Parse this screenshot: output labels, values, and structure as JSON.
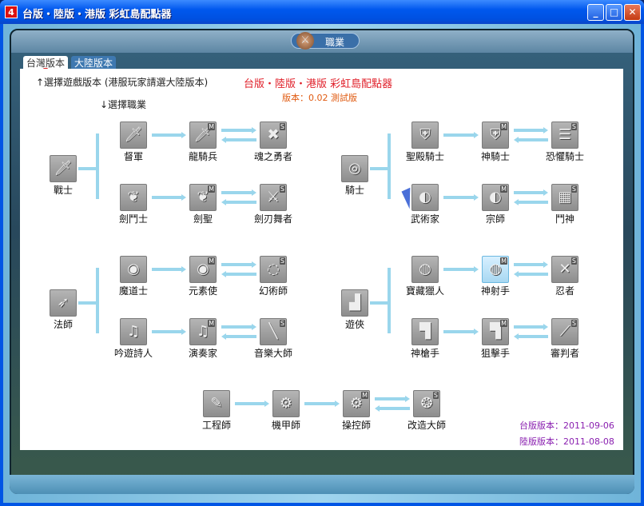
{
  "window": {
    "title": "台版・陸版・港版 彩虹島配點器",
    "minimize": "_",
    "maximize": "□",
    "close": "✕"
  },
  "header": {
    "title": "職業"
  },
  "tabs": [
    {
      "label": "台灣版本",
      "active": true
    },
    {
      "label": "大陸版本",
      "active": false
    }
  ],
  "content": {
    "hint_version": "↑選擇遊戲版本 (港服玩家請選大陸版本)",
    "hint_job": "↓選擇職業",
    "app_title": "台版・陸版・港版 彩虹島配點器",
    "version": "版本：0.02 測試版",
    "tw_version": "台版版本：2011-09-06",
    "cn_version": "陸版版本：2011-08-08"
  },
  "groups": [
    {
      "base": {
        "label": "戰士",
        "icon": "sword-icon"
      },
      "top": [
        {
          "label": "督軍",
          "icon": "sword-icon"
        },
        {
          "label": "龍騎兵",
          "icon": "sword-icon",
          "badge": "M"
        },
        {
          "label": "魂之勇者",
          "icon": "shuriken-icon",
          "badge": "S"
        }
      ],
      "bottom": [
        {
          "label": "劍鬥士",
          "icon": "wings-icon"
        },
        {
          "label": "劍聖",
          "icon": "wings-icon",
          "badge": "M"
        },
        {
          "label": "劍刃舞者",
          "icon": "twin-swords-icon",
          "badge": "S"
        }
      ]
    },
    {
      "base": {
        "label": "騎士",
        "icon": "shield-icon"
      },
      "top": [
        {
          "label": "聖殿騎士",
          "icon": "armor-icon"
        },
        {
          "label": "神騎士",
          "icon": "armor-icon",
          "badge": "M"
        },
        {
          "label": "恐懼騎士",
          "icon": "helmet-icon",
          "badge": "S"
        }
      ],
      "bottom": [
        {
          "label": "武術家",
          "icon": "gauntlet-icon"
        },
        {
          "label": "宗師",
          "icon": "gauntlet-icon",
          "badge": "M"
        },
        {
          "label": "鬥神",
          "icon": "boots-icon",
          "badge": "S"
        }
      ]
    },
    {
      "base": {
        "label": "法師",
        "icon": "staff-icon"
      },
      "top": [
        {
          "label": "魔道士",
          "icon": "orb-icon"
        },
        {
          "label": "元素使",
          "icon": "orb-icon",
          "badge": "M"
        },
        {
          "label": "幻術師",
          "icon": "ring-icon",
          "badge": "S"
        }
      ],
      "bottom": [
        {
          "label": "吟遊詩人",
          "icon": "guitar-icon"
        },
        {
          "label": "演奏家",
          "icon": "guitar-icon",
          "badge": "M"
        },
        {
          "label": "音樂大師",
          "icon": "baton-icon",
          "badge": "S"
        }
      ]
    },
    {
      "base": {
        "label": "遊俠",
        "icon": "boot-icon"
      },
      "top": [
        {
          "label": "寶藏獵人",
          "icon": "compass-icon"
        },
        {
          "label": "神射手",
          "icon": "compass-icon",
          "badge": "M",
          "selected": true
        },
        {
          "label": "忍者",
          "icon": "daggers-icon",
          "badge": "S"
        }
      ],
      "bottom": [
        {
          "label": "神槍手",
          "icon": "pistol-icon"
        },
        {
          "label": "狙擊手",
          "icon": "pistol-icon",
          "badge": "M"
        },
        {
          "label": "審判者",
          "icon": "blade-icon",
          "badge": "S"
        }
      ]
    }
  ],
  "engineer": [
    {
      "label": "工程師",
      "icon": "wrench-icon"
    },
    {
      "label": "機甲師",
      "icon": "gears-icon"
    },
    {
      "label": "操控師",
      "icon": "gears-icon",
      "badge": "M"
    },
    {
      "label": "改造大師",
      "icon": "core-icon",
      "badge": "S"
    }
  ]
}
